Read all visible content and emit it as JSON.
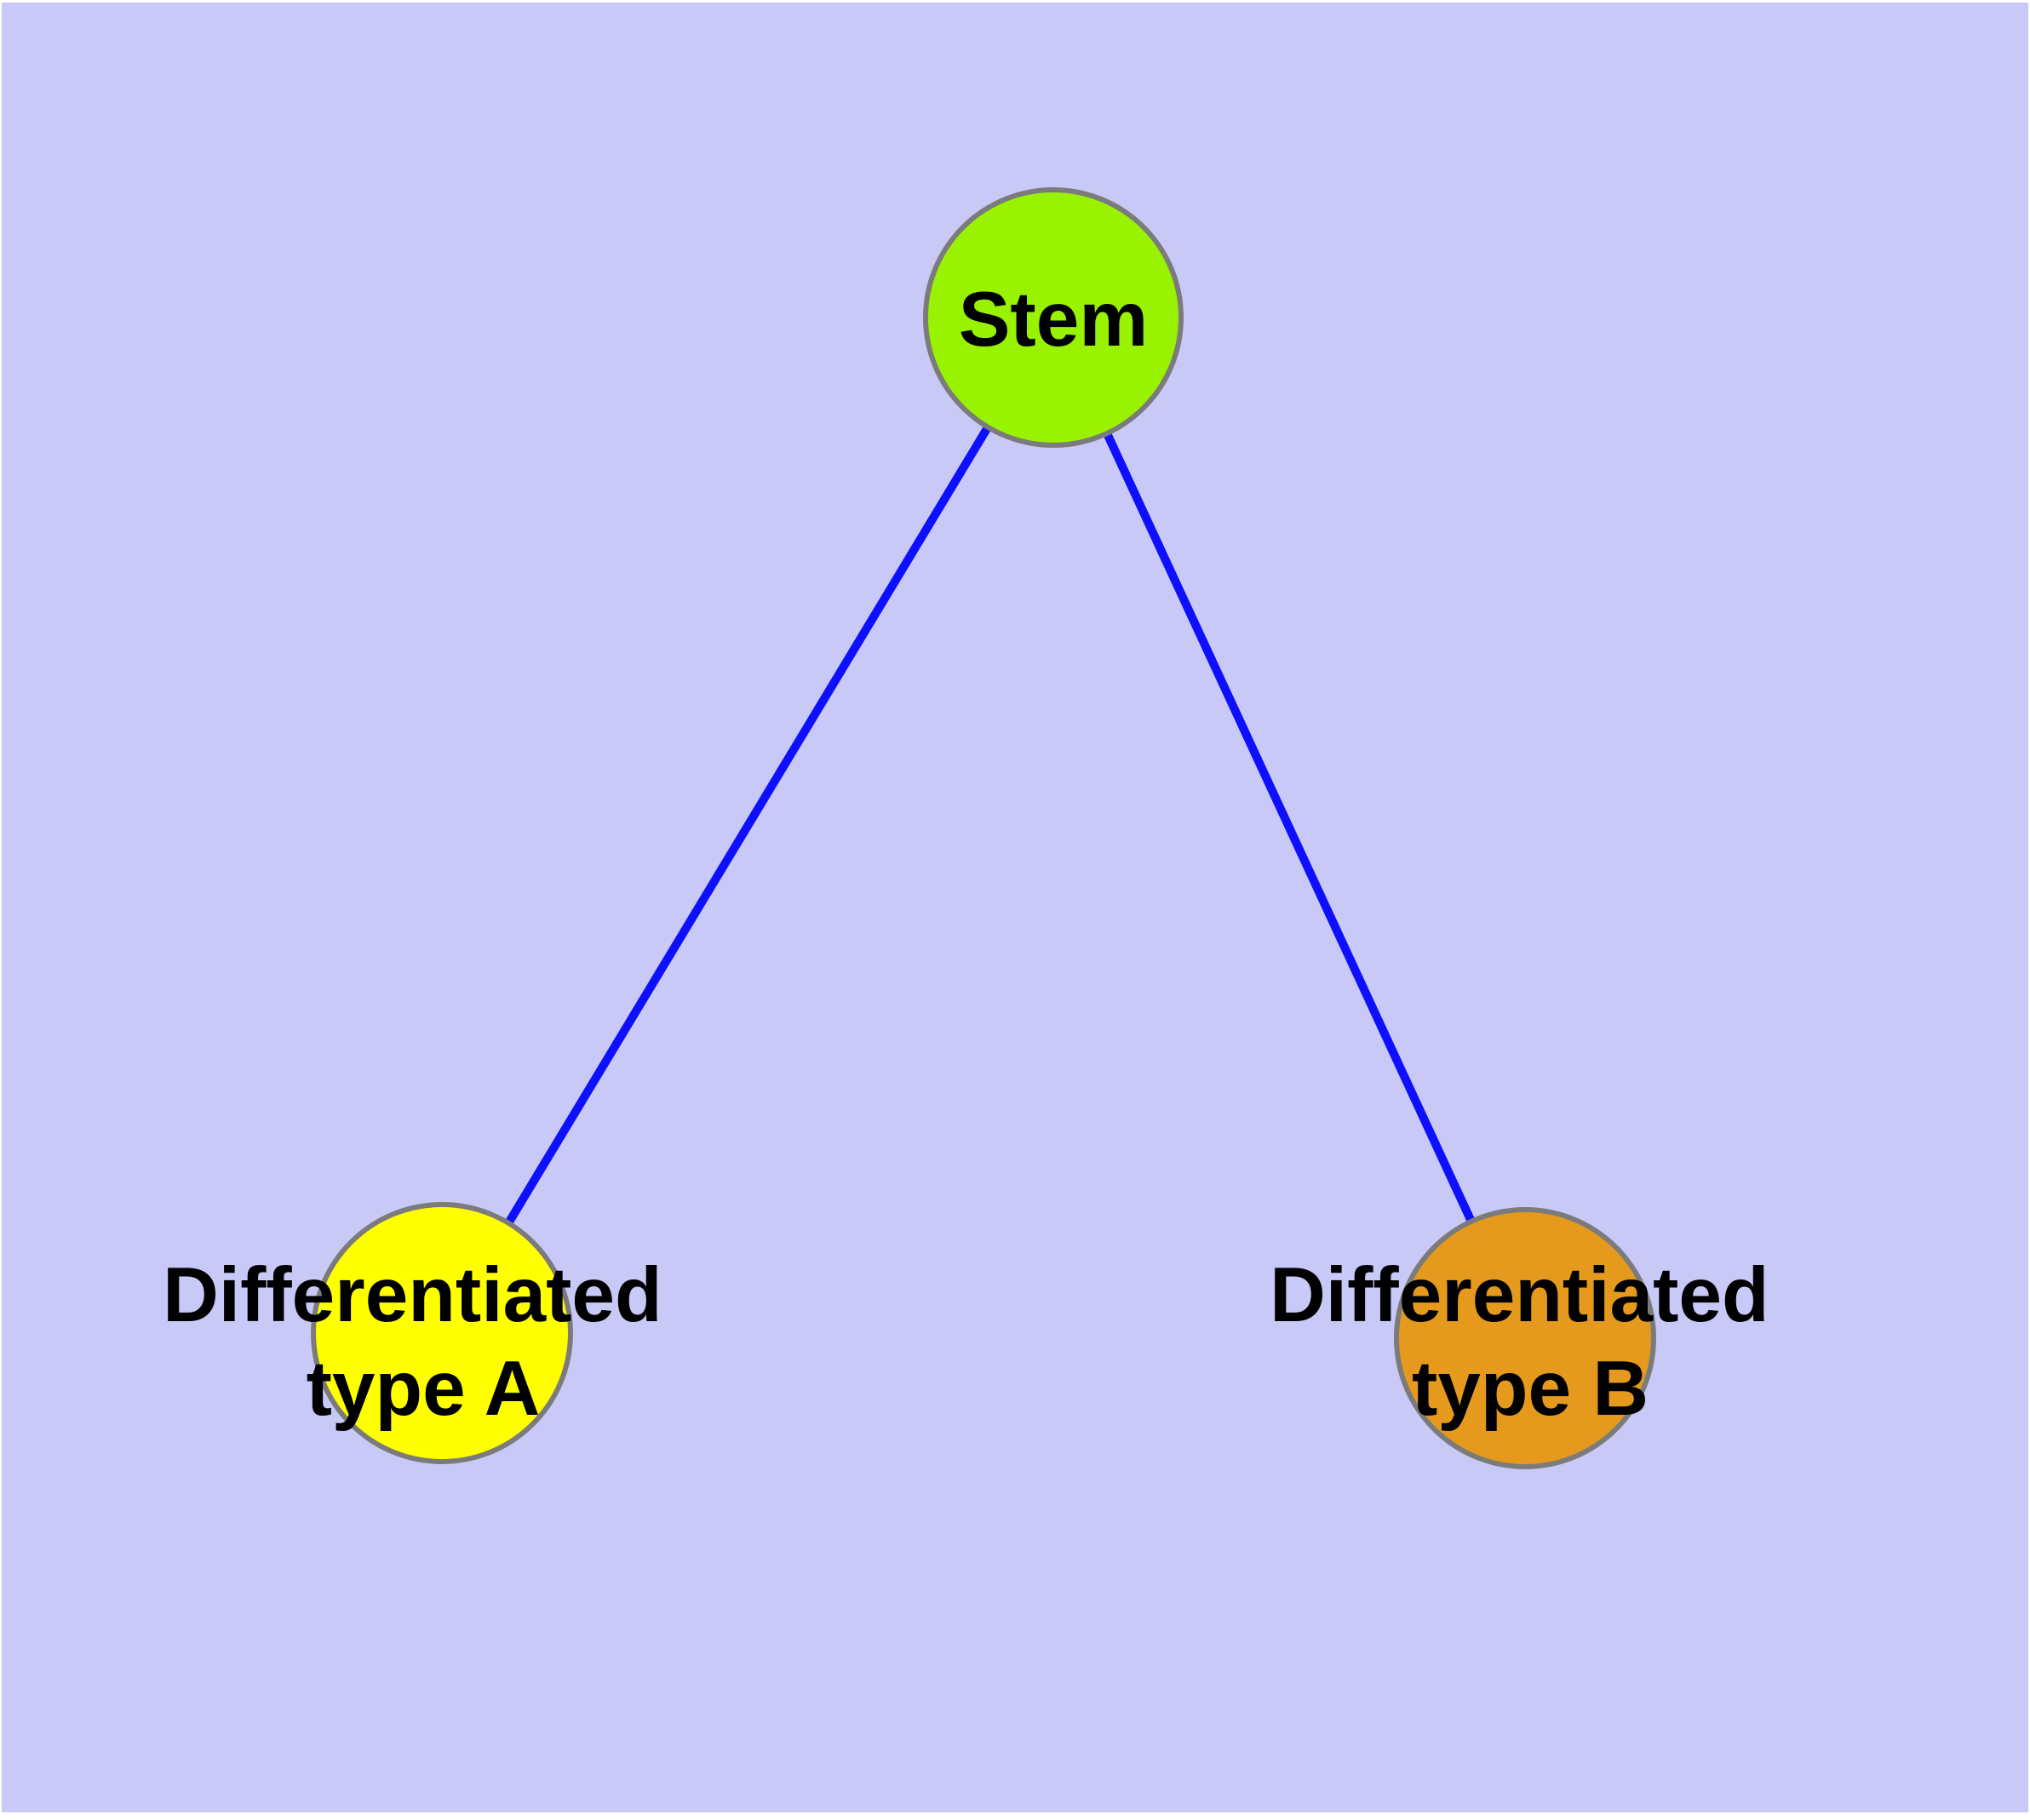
{
  "diagram": {
    "type": "graph",
    "description": "Stem cell differentiation tree with one parent node and two child nodes",
    "colors": {
      "page_margin": "#ffffff",
      "background": "#c9c9f8",
      "edge": "#0f0fff",
      "node_border": "#7b7b7b",
      "label": "#000000",
      "stem_fill": "#99f300",
      "type_a_fill": "#ffff00",
      "type_b_fill": "#e59a1e"
    },
    "nodes": [
      {
        "id": "stem",
        "label_lines": [
          "Stem"
        ],
        "fill": "#99f300"
      },
      {
        "id": "differentiated-type-a",
        "label_lines": [
          "Differentiated",
          "type A"
        ],
        "fill": "#ffff00"
      },
      {
        "id": "differentiated-type-b",
        "label_lines": [
          "Differentiated",
          "type B"
        ],
        "fill": "#e59a1e"
      }
    ],
    "edges": [
      {
        "from": "Stem",
        "to": "Differentiated type A"
      },
      {
        "from": "Stem",
        "to": "Differentiated type B"
      }
    ]
  }
}
